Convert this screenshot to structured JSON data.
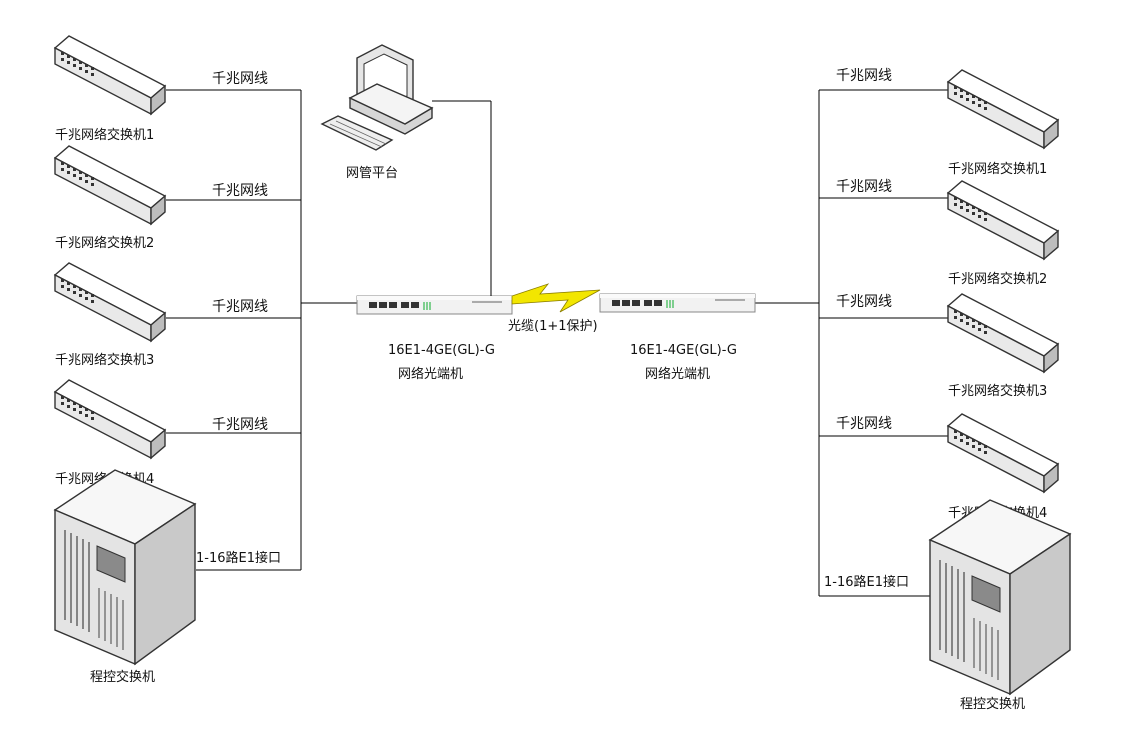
{
  "left": {
    "switches": [
      {
        "name": "千兆网络交换机1",
        "link": "千兆网线"
      },
      {
        "name": "千兆网络交换机2",
        "link": "千兆网线"
      },
      {
        "name": "千兆网络交换机3",
        "link": "千兆网线"
      },
      {
        "name": "千兆网络交换机4",
        "link": "千兆网线"
      }
    ],
    "pbx": {
      "name": "程控交换机",
      "link": "1-16路E1接口"
    },
    "terminal": {
      "model": "16E1-4GE(GL)-G",
      "name": "网络光端机"
    }
  },
  "right": {
    "switches": [
      {
        "name": "千兆网络交换机1",
        "link": "千兆网线"
      },
      {
        "name": "千兆网络交换机2",
        "link": "千兆网线"
      },
      {
        "name": "千兆网络交换机3",
        "link": "千兆网线"
      },
      {
        "name": "千兆网络交换机4",
        "link": "千兆网线"
      }
    ],
    "pbx": {
      "name": "程控交换机",
      "link": "1-16路E1接口"
    },
    "terminal": {
      "model": "16E1-4GE(GL)-G",
      "name": "网络光端机"
    }
  },
  "management": {
    "name": "网管平台"
  },
  "fiber": {
    "label": "光缆(1+1保护)"
  },
  "colors": {
    "lightning": "#f2e600",
    "device_body": "#f2f2f2",
    "device_edge": "#555555",
    "port_green": "#7fcf8f"
  }
}
